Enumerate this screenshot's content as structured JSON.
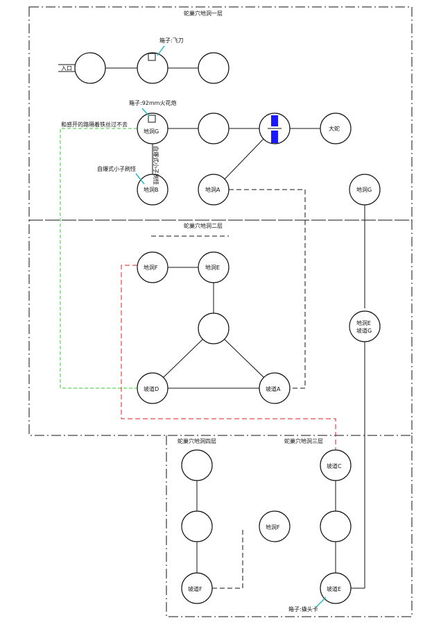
{
  "floors": {
    "floor1": "蛇巢穴地洞一层",
    "floor2": "蛇巢穴地洞二层",
    "floor3": "蛇巢穴地洞三层",
    "floor4": "蛇巢穴地洞四层"
  },
  "nodes": {
    "entrance": "入口",
    "boss": "大蛇",
    "cave_a_f1": "地洞A",
    "cave_b_f1": "地洞B",
    "cave_g_f1": "地洞G",
    "cave_g_right": "地洞G",
    "cave_f": "地洞F",
    "cave_e_f2": "地洞E",
    "cave_e_mid_line1": "地洞E",
    "cave_e_mid_line2": "坡道G",
    "ramp_d": "坡道D",
    "ramp_a": "坡道A",
    "ramp_c": "坡道C",
    "cave_f_f3": "地洞F",
    "ramp_e": "坡道E",
    "ramp_f": "坡道F"
  },
  "notes": {
    "box1": "箱子:飞刀",
    "box2": "箱子:92mm火花炮",
    "green_note": "和感开的路隔着铁丝过不去",
    "vertical_note": "自爆式小子刷怪",
    "left_note": "自爆式小子刷怪",
    "bottom_note": "箱子:撬头卡"
  },
  "colors": {
    "line": "#111111",
    "green_path": "#33cc33",
    "red_path": "#dd2222",
    "door": "#1a1aff"
  }
}
